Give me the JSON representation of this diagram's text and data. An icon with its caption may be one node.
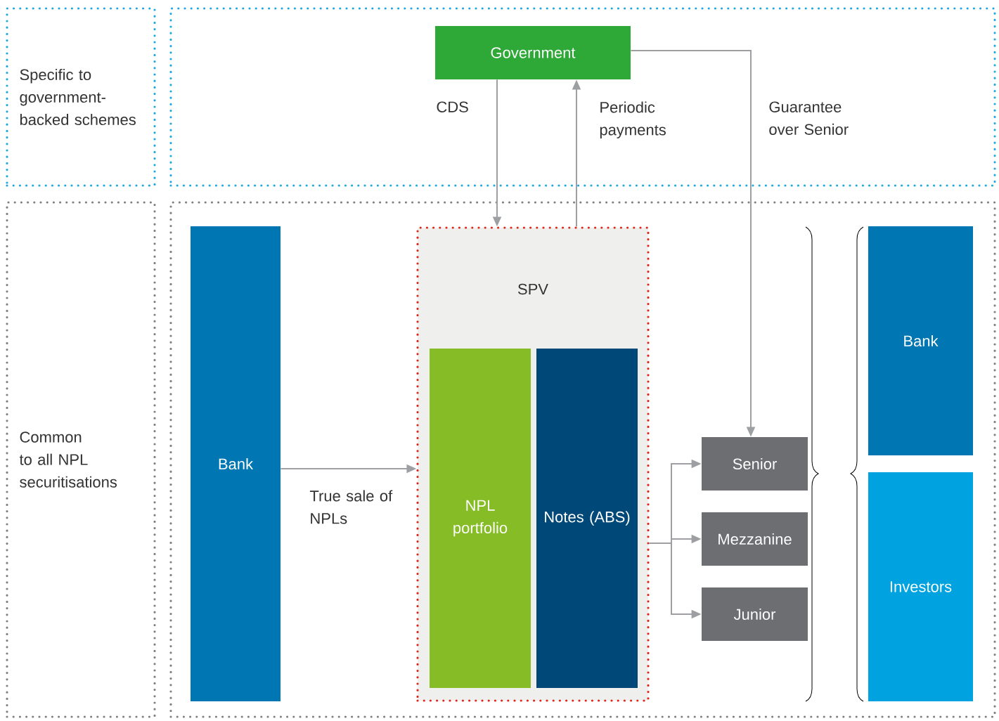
{
  "diagram": {
    "nodes": [
      {
        "text": [
          "Specific to government-backed schemes"
        ]
      },
      {
        "text": [],
        "shape": "box"
      },
      {
        "text": [
          "Government"
        ],
        "in": 1
      },
      {
        "text": [
          "Common to all NPL securitisations"
        ]
      },
      {
        "text": [],
        "shape": "box"
      },
      {
        "text": [
          "Bank"
        ],
        "in": 4
      },
      {
        "text": [
          "SPV"
        ],
        "in": 4
      },
      {
        "text": [
          "NPL portfolio"
        ],
        "in": 6
      },
      {
        "text": [
          "Notes (ABS)"
        ],
        "in": 6
      },
      {
        "text": [
          "Senior"
        ],
        "in": 4
      },
      {
        "text": [
          "Mezzanine"
        ],
        "in": 4
      },
      {
        "text": [
          "Junior"
        ],
        "in": 4
      },
      {
        "text": [
          "Bank"
        ],
        "in": 4
      },
      {
        "text": [
          "Investors"
        ],
        "in": 4
      }
    ],
    "edges": [
      {
        "from": 2,
        "to": 6,
        "arrow": "to",
        "label": "CDS"
      },
      {
        "from": 6,
        "to": 2,
        "arrow": "to",
        "label": "Periodic payments"
      },
      {
        "from": 2,
        "to": 9,
        "arrow": "to",
        "label": "Guarantee over Senior"
      },
      {
        "from": 5,
        "to": 6,
        "arrow": "to",
        "label": "True sale of NPLs"
      },
      {
        "from": 6,
        "to": 9,
        "arrow": "to"
      },
      {
        "from": 6,
        "to": 10,
        "arrow": "to"
      },
      {
        "from": 6,
        "to": 11,
        "arrow": "to"
      }
    ]
  }
}
